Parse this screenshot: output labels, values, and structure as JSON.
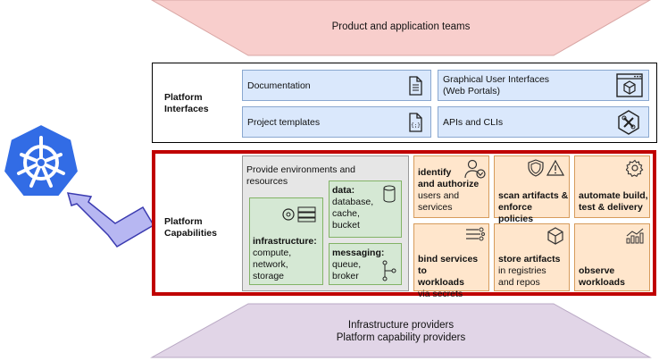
{
  "top_banner": {
    "text": "Product and application teams",
    "color": "#f8cecc"
  },
  "bottom_banner": {
    "lines": [
      "Infrastructure providers",
      "Platform capability providers"
    ],
    "color": "#e1d5e7"
  },
  "interfaces": {
    "title": [
      "Platform",
      "Interfaces"
    ],
    "items": [
      {
        "label": "Documentation",
        "icon": "document-icon"
      },
      {
        "label": "Graphical User Interfaces (Web Portals)",
        "line1": "Graphical User Interfaces",
        "line2": "(Web Portals)",
        "icon": "web-portal-icon"
      },
      {
        "label": "Project templates",
        "icon": "template-icon"
      },
      {
        "label": "APIs and CLIs",
        "icon": "tools-icon"
      }
    ]
  },
  "capabilities": {
    "title": [
      "Platform",
      "Capabilities"
    ],
    "highlight_color": "#c00000",
    "environments": {
      "title": [
        "Provide environments and",
        "resources"
      ],
      "infrastructure": {
        "bold": "infrastructure:",
        "lines": [
          "compute,",
          "network,",
          "storage"
        ]
      },
      "data": {
        "bold": "data:",
        "lines": [
          "database,",
          "cache,",
          "bucket"
        ]
      },
      "messaging": {
        "bold": "messaging:",
        "lines": [
          "queue,",
          "broker"
        ]
      }
    },
    "cards": [
      {
        "bold": [
          "identify",
          "and authorize"
        ],
        "normal": [
          "users and",
          "services"
        ],
        "icon": "user-check-icon"
      },
      {
        "bold": [
          "scan artifacts &",
          "enforce policies"
        ],
        "normal": [],
        "icon": "shield-warning-icon"
      },
      {
        "bold": [
          "automate build,",
          "test & delivery"
        ],
        "normal": [],
        "icon": "gear-icon"
      },
      {
        "bold": [
          "bind services to",
          "workloads"
        ],
        "normal": [
          "via secrets"
        ],
        "icon": "connector-icon"
      },
      {
        "bold": [
          "store artifacts"
        ],
        "normal": [
          "in registries",
          "and repos"
        ],
        "icon": "package-icon"
      },
      {
        "bold": [
          "observe",
          "workloads"
        ],
        "normal": [],
        "icon": "chart-icon"
      }
    ]
  },
  "logo": {
    "name": "kubernetes-logo",
    "color": "#326ce5"
  }
}
